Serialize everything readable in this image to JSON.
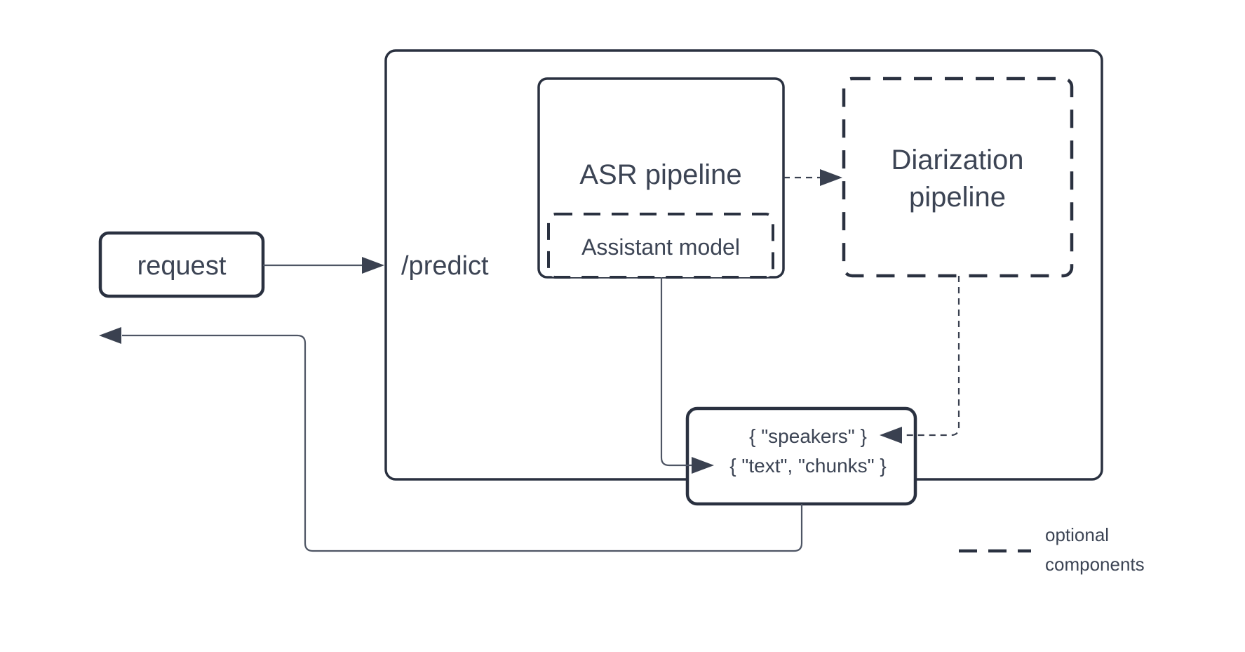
{
  "colors": {
    "stroke": "#2A3140",
    "text": "#3C4454",
    "connector": "#4E5564",
    "background": "#FFFFFF"
  },
  "nodes": {
    "request": {
      "label": "request"
    },
    "predict": {
      "label": "/predict"
    },
    "asr_pipeline": {
      "label": "ASR pipeline"
    },
    "assistant_model": {
      "label": "Assistant model"
    },
    "diarization_pipeline": {
      "label": [
        "Diarization",
        "pipeline"
      ]
    },
    "result": {
      "speakers": "{ \"speakers\" }",
      "text_chunks": "{ \"text\", \"chunks\" }"
    }
  },
  "legend": {
    "label": [
      "optional",
      "components"
    ]
  }
}
